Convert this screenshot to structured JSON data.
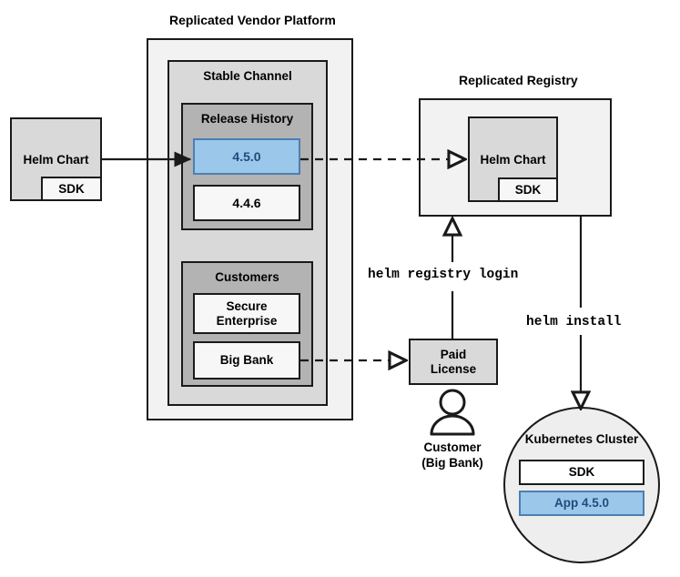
{
  "diagram": {
    "title_vendor_platform": "Replicated Vendor Platform",
    "title_registry": "Replicated Registry",
    "source_chart": {
      "label": "Helm Chart",
      "sdk_label": "SDK"
    },
    "stable_channel": {
      "label": "Stable Channel",
      "release_history": {
        "label": "Release History",
        "releases": [
          {
            "version": "4.5.0",
            "state": "current"
          },
          {
            "version": "4.4.6",
            "state": "previous"
          }
        ]
      },
      "customers": {
        "label": "Customers",
        "entries": [
          {
            "name": "Secure\nEnterprise"
          },
          {
            "name": "Big Bank"
          }
        ]
      }
    },
    "registry": {
      "chart_label": "Helm Chart",
      "sdk_label": "SDK"
    },
    "license": {
      "label": "Paid\nLicense"
    },
    "customer_actor": {
      "line1": "Customer",
      "line2": "(Big Bank)"
    },
    "commands": {
      "registry_login": "helm registry login",
      "install": "helm install"
    },
    "cluster": {
      "label": "Kubernetes Cluster",
      "sdk_label": "SDK",
      "app_label": "App 4.5.0"
    },
    "colors": {
      "accent_blue_fill": "#9ac7ea",
      "accent_blue_border": "#4d7fb0",
      "accent_blue_text": "#1f4d7a",
      "stroke": "#1a1a1a",
      "fill_light": "#f2f2f2",
      "fill_grey": "#d9d9d9",
      "fill_midgrey": "#b3b3b3",
      "fill_white": "#f7f7f7"
    }
  }
}
